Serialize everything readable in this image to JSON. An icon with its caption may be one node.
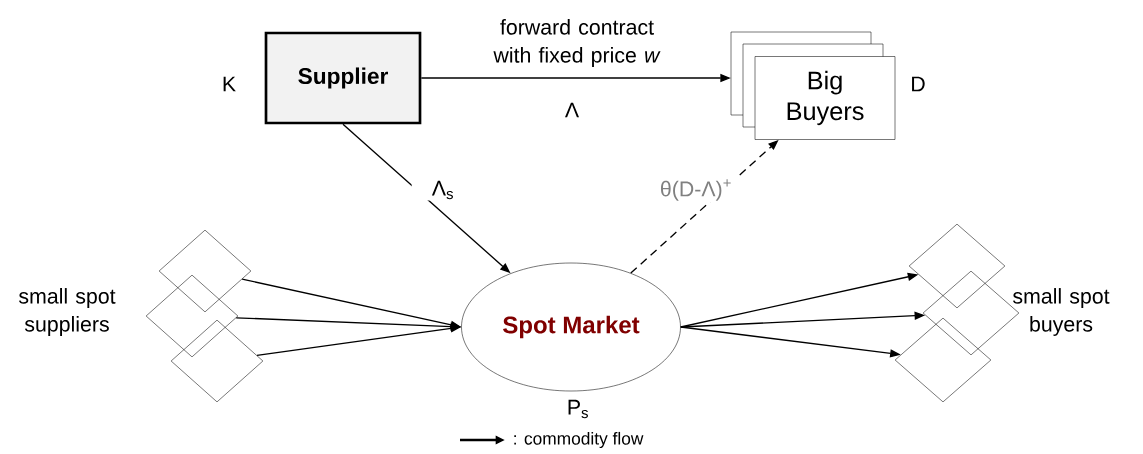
{
  "diagram": {
    "nodes": [
      {
        "text": [
          "Supplier"
        ],
        "beside": [
          "K"
        ]
      },
      {
        "text": [
          "Big Buyers"
        ],
        "beside": [
          "D"
        ]
      },
      {
        "text": [
          "Spot Market"
        ],
        "beside": [
          "P$_{s}$"
        ]
      },
      {
        "text": [],
        "shape": "diamond"
      },
      {
        "text": [],
        "shape": "diamond"
      },
      {
        "text": [],
        "shape": "diamond"
      },
      {
        "text": [],
        "shape": "diamond"
      },
      {
        "text": [],
        "shape": "diamond"
      },
      {
        "text": [],
        "shape": "diamond"
      }
    ],
    "edges": [
      {
        "from": 0,
        "to": 1,
        "arrow": "to",
        "label": "forward contract with fixed price *w*"
      },
      {
        "from": 0,
        "to": 2,
        "arrow": "to",
        "label": "Λ$_{s}$"
      },
      {
        "from": 2,
        "to": 1,
        "arrow": "to",
        "style": "dashed",
        "label": "θ(D-Λ)$^{+}$"
      },
      {
        "from": 3,
        "to": 2,
        "arrow": "to"
      },
      {
        "from": 4,
        "to": 2,
        "arrow": "to"
      },
      {
        "from": 5,
        "to": 2,
        "arrow": "to"
      },
      {
        "from": 2,
        "to": 6,
        "arrow": "to"
      },
      {
        "from": 2,
        "to": 7,
        "arrow": "to"
      },
      {
        "from": 2,
        "to": 8,
        "arrow": "to"
      }
    ],
    "labels": [
      "Λ",
      "small spot suppliers",
      "small spot buyers"
    ],
    "legend": [
      {
        "text": ": commodity flow"
      }
    ]
  }
}
